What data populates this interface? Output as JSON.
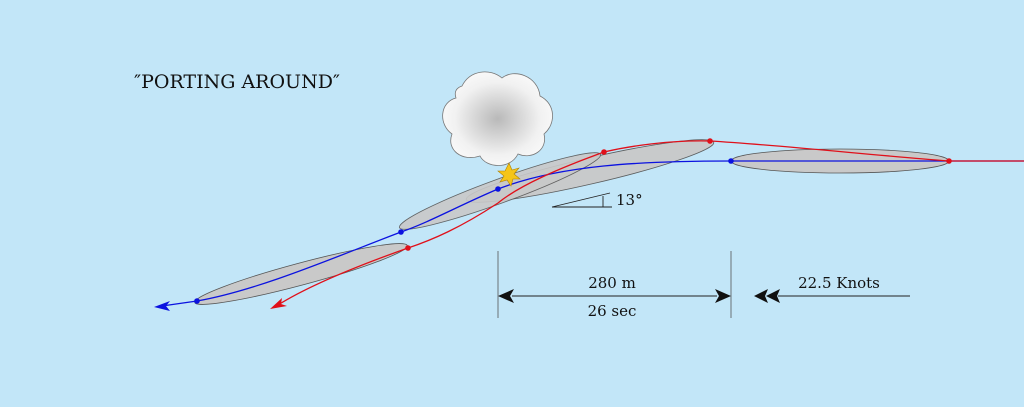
{
  "title": "″PORTING AROUND″",
  "angle_label": "13°",
  "distance_label": "280 m",
  "time_label": "26 sec",
  "speed_label": "22.5 Knots",
  "colors": {
    "background": "#c2e6f8",
    "ship_hull": "#c9c9c9",
    "blue_track": "#0b12e0",
    "red_track": "#e0101a",
    "cloud": "#f4f4f4",
    "impact": "#f5c518"
  },
  "icons": [
    "explosion-cloud-icon",
    "impact-star-icon",
    "double-chevron-left-icon"
  ]
}
